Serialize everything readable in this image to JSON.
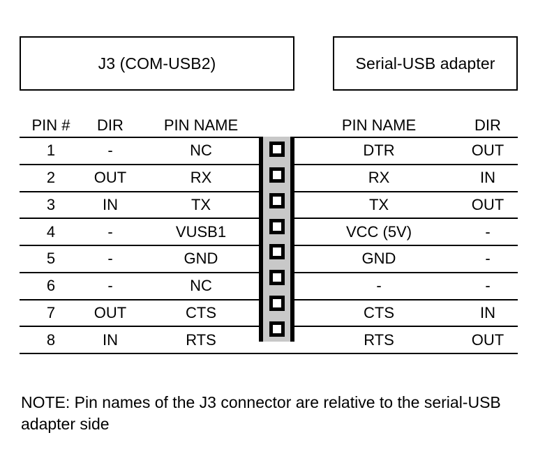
{
  "headers": {
    "left_box": "J3 (COM-USB2)",
    "right_box": "Serial-USB adapter"
  },
  "columns": {
    "pin_number": "PIN #",
    "dir_left": "DIR",
    "pin_name_left": "PIN NAME",
    "pin_name_right": "PIN NAME",
    "dir_right": "DIR"
  },
  "rows": [
    {
      "pin": "1",
      "dir_left": "-",
      "name_left": "NC",
      "name_right": "DTR",
      "dir_right": "OUT"
    },
    {
      "pin": "2",
      "dir_left": "OUT",
      "name_left": "RX",
      "name_right": "RX",
      "dir_right": "IN"
    },
    {
      "pin": "3",
      "dir_left": "IN",
      "name_left": "TX",
      "name_right": "TX",
      "dir_right": "OUT"
    },
    {
      "pin": "4",
      "dir_left": "-",
      "name_left": "VUSB1",
      "name_right": "VCC (5V)",
      "dir_right": "-"
    },
    {
      "pin": "5",
      "dir_left": "-",
      "name_left": "GND",
      "name_right": "GND",
      "dir_right": "-"
    },
    {
      "pin": "6",
      "dir_left": "-",
      "name_left": "NC",
      "name_right": "-",
      "dir_right": "-"
    },
    {
      "pin": "7",
      "dir_left": "OUT",
      "name_left": "CTS",
      "name_right": "CTS",
      "dir_right": "IN"
    },
    {
      "pin": "8",
      "dir_left": "IN",
      "name_left": "RTS",
      "name_right": "RTS",
      "dir_right": "OUT"
    }
  ],
  "connector": {
    "pin_count": 8,
    "strip_color": "#c8c8c8",
    "pin_color": "#000000"
  },
  "note": "NOTE: Pin names of the J3 connector are relative to the serial-USB adapter side",
  "colors": {
    "background": "#ffffff",
    "line": "#000000",
    "text": "#000000"
  }
}
